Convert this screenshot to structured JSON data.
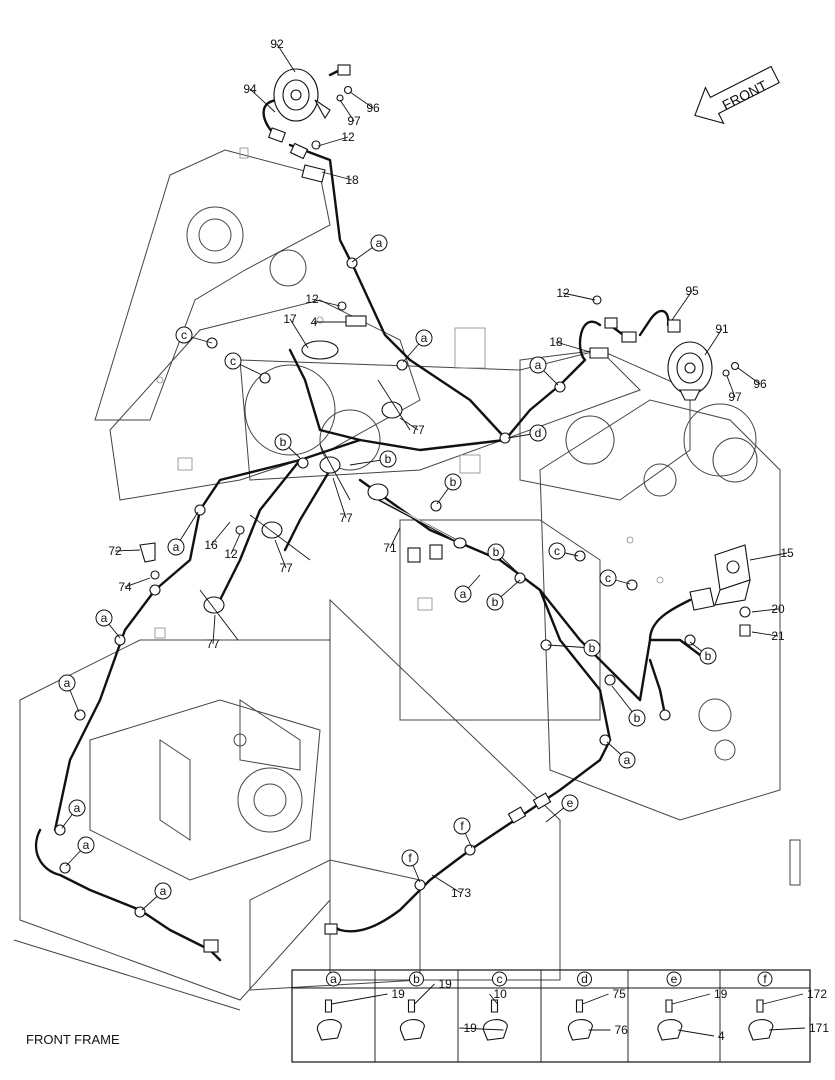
{
  "caption": "FRONT FRAME",
  "direction_label": "FRONT",
  "part_callouts": [
    "92",
    "94",
    "96",
    "97",
    "12",
    "18",
    "12",
    "4",
    "17",
    "95",
    "12",
    "18",
    "91",
    "96",
    "97",
    "77",
    "77",
    "77",
    "77",
    "71",
    "16",
    "12",
    "72",
    "74",
    "15",
    "20",
    "21",
    "173"
  ],
  "letter_callouts": [
    "a",
    "c",
    "c",
    "a",
    "a",
    "d",
    "b",
    "b",
    "b",
    "a",
    "a",
    "a",
    "a",
    "a",
    "a",
    "b",
    "c",
    "c",
    "a",
    "b",
    "b",
    "b",
    "b",
    "a",
    "e",
    "f",
    "f"
  ],
  "legend": [
    {
      "letter": "a",
      "parts": [
        "19"
      ]
    },
    {
      "letter": "b",
      "parts": [
        "19"
      ]
    },
    {
      "letter": "c",
      "parts": [
        "10",
        "19"
      ]
    },
    {
      "letter": "d",
      "parts": [
        "75",
        "76"
      ]
    },
    {
      "letter": "e",
      "parts": [
        "19",
        "4"
      ]
    },
    {
      "letter": "f",
      "parts": [
        "172",
        "171"
      ]
    }
  ]
}
